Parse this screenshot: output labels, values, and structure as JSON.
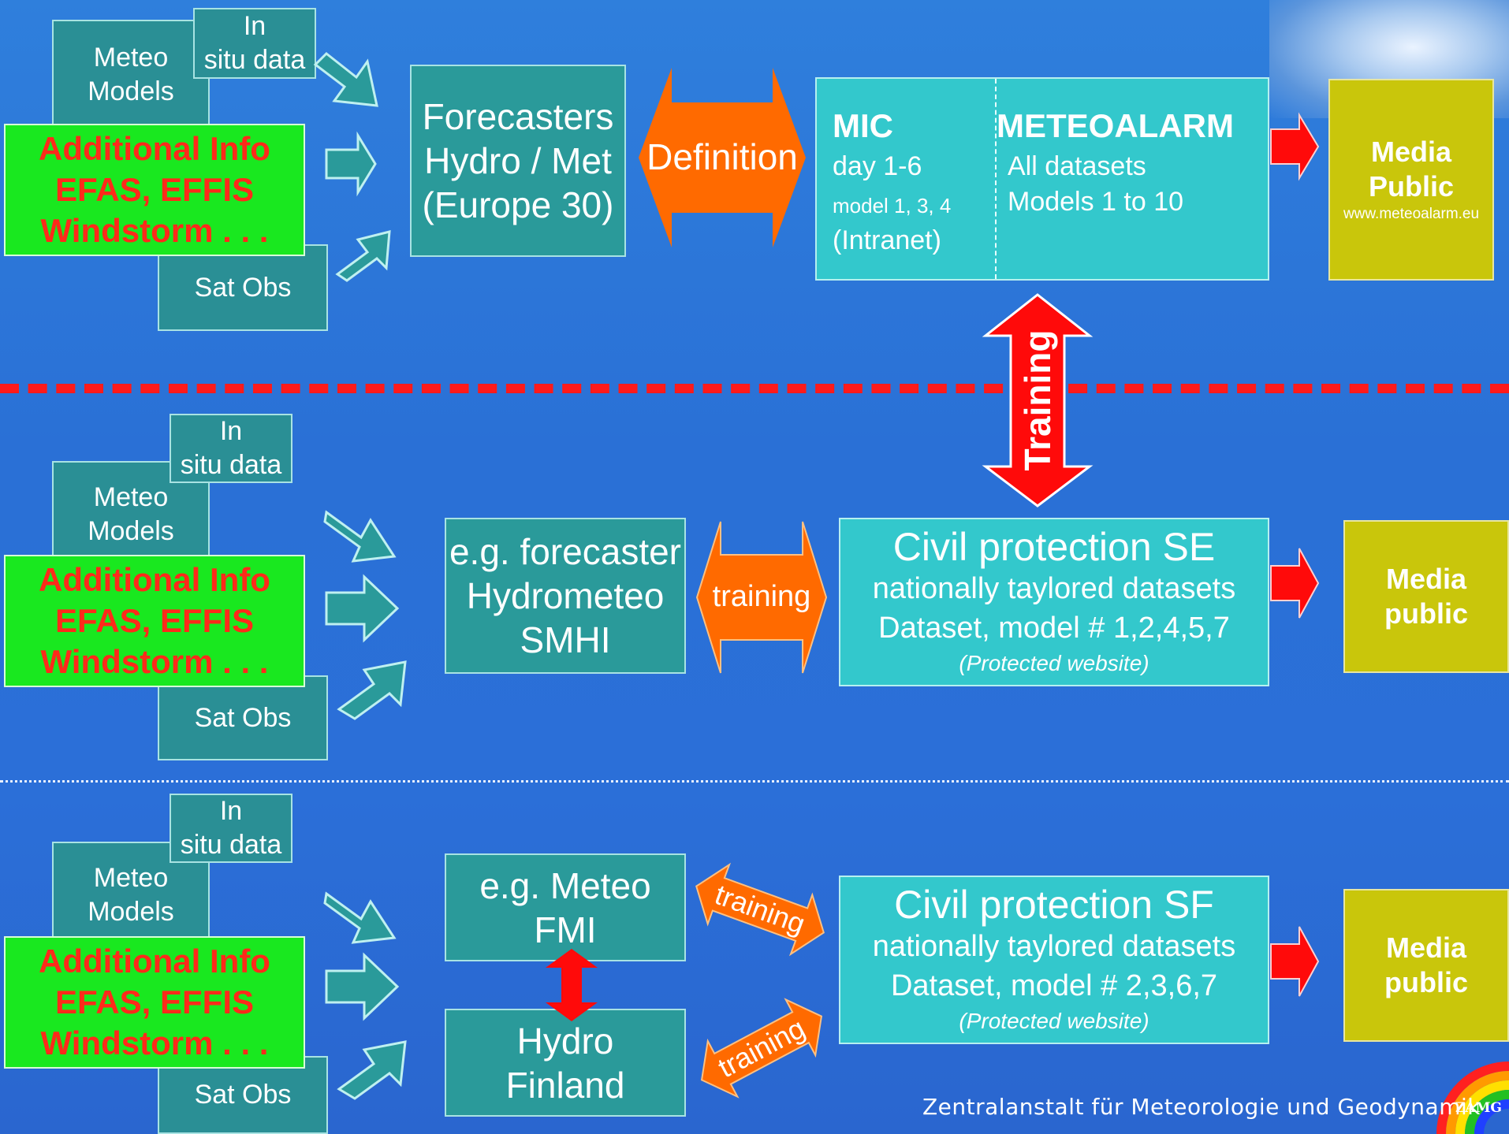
{
  "colors": {
    "background": "#2b6fd8",
    "teal_box": "#2a9a9a",
    "cyan_box": "#33c8cc",
    "green_box": "#19e81f",
    "red_text": "#ff2a1a",
    "orange_arrow": "#ff6a00",
    "red_arrow": "#ff0a0a",
    "olive_box": "#c9c60b"
  },
  "row1": {
    "meteo_models": [
      "Meteo",
      "Models"
    ],
    "in_situ": [
      "In",
      "situ data"
    ],
    "additional_info": [
      "Additional Info",
      "EFAS, EFFIS",
      "Windstorm . . ."
    ],
    "sat_obs": "Sat Obs",
    "forecasters": [
      "Forecasters",
      "Hydro / Met",
      "(Europe 30)"
    ],
    "definition": "Definition",
    "mic_title": "MIC",
    "mic_lines": [
      "day 1-6",
      "model 1, 3, 4",
      "(Intranet)"
    ],
    "meteoalarm_title": "METEOALARM",
    "meteoalarm_lines": [
      "All datasets",
      "Models 1 to 10"
    ],
    "media": [
      "Media",
      "Public"
    ],
    "media_url": "www.meteoalarm.eu"
  },
  "training_big": "Training",
  "row2": {
    "meteo_models": [
      "Meteo",
      "Models"
    ],
    "in_situ": [
      "In",
      "situ data"
    ],
    "additional_info": [
      "Additional Info",
      "EFAS, EFFIS",
      "Windstorm . . ."
    ],
    "sat_obs": "Sat Obs",
    "forecaster": [
      "e.g. forecaster",
      "Hydrometeo",
      "SMHI"
    ],
    "training": "training",
    "civil_title": "Civil protection SE",
    "civil_lines": [
      "nationally taylored datasets",
      "Dataset, model # 1,2,4,5,7"
    ],
    "civil_note": "(Protected website)",
    "media": [
      "Media",
      "public"
    ]
  },
  "row3": {
    "meteo_models": [
      "Meteo",
      "Models"
    ],
    "in_situ": [
      "In",
      "situ data"
    ],
    "additional_info": [
      "Additional Info",
      "EFAS, EFFIS",
      "Windstorm . . ."
    ],
    "sat_obs": "Sat Obs",
    "meteo_fmi": [
      "e.g. Meteo",
      "FMI"
    ],
    "hydro_finland": [
      "Hydro",
      "Finland"
    ],
    "training_upper": "training",
    "training_lower": "training",
    "civil_title": "Civil protection SF",
    "civil_lines": [
      "nationally taylored datasets",
      "Dataset, model # 2,3,6,7"
    ],
    "civil_note": "(Protected website)",
    "media": [
      "Media",
      "public"
    ]
  },
  "footer": {
    "institution": "Zentralanstalt für Meteorologie und Geodynamik",
    "logo_text": "ZAMG"
  }
}
